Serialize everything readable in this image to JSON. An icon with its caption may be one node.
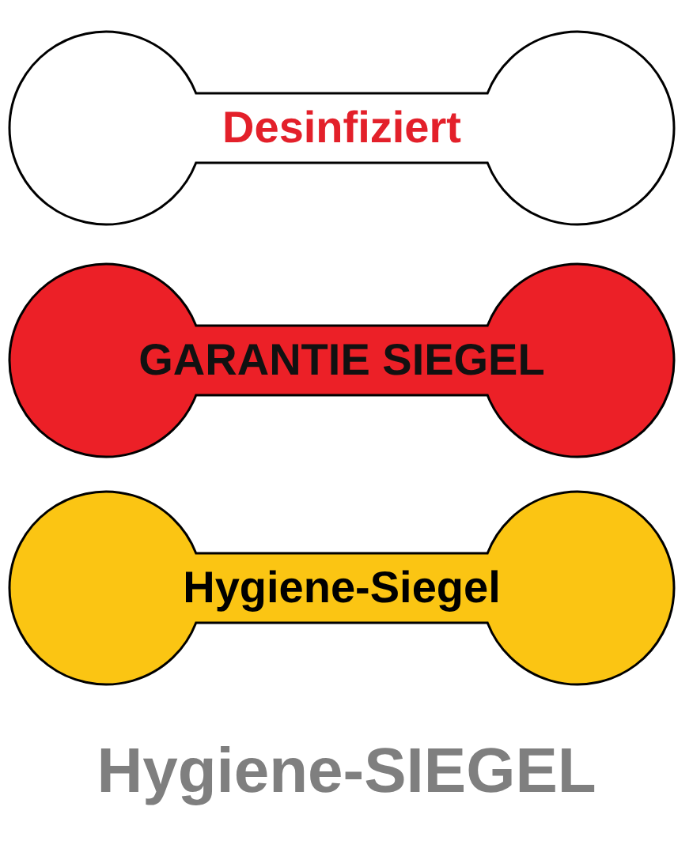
{
  "diagram": {
    "caption": "Hygiene-SIEGEL",
    "nodes": [
      {
        "text": [
          "Desinfiziert"
        ]
      },
      {
        "text": [
          "GARANTIE SIEGEL"
        ]
      },
      {
        "text": [
          "Hygiene-Siegel"
        ]
      }
    ]
  }
}
